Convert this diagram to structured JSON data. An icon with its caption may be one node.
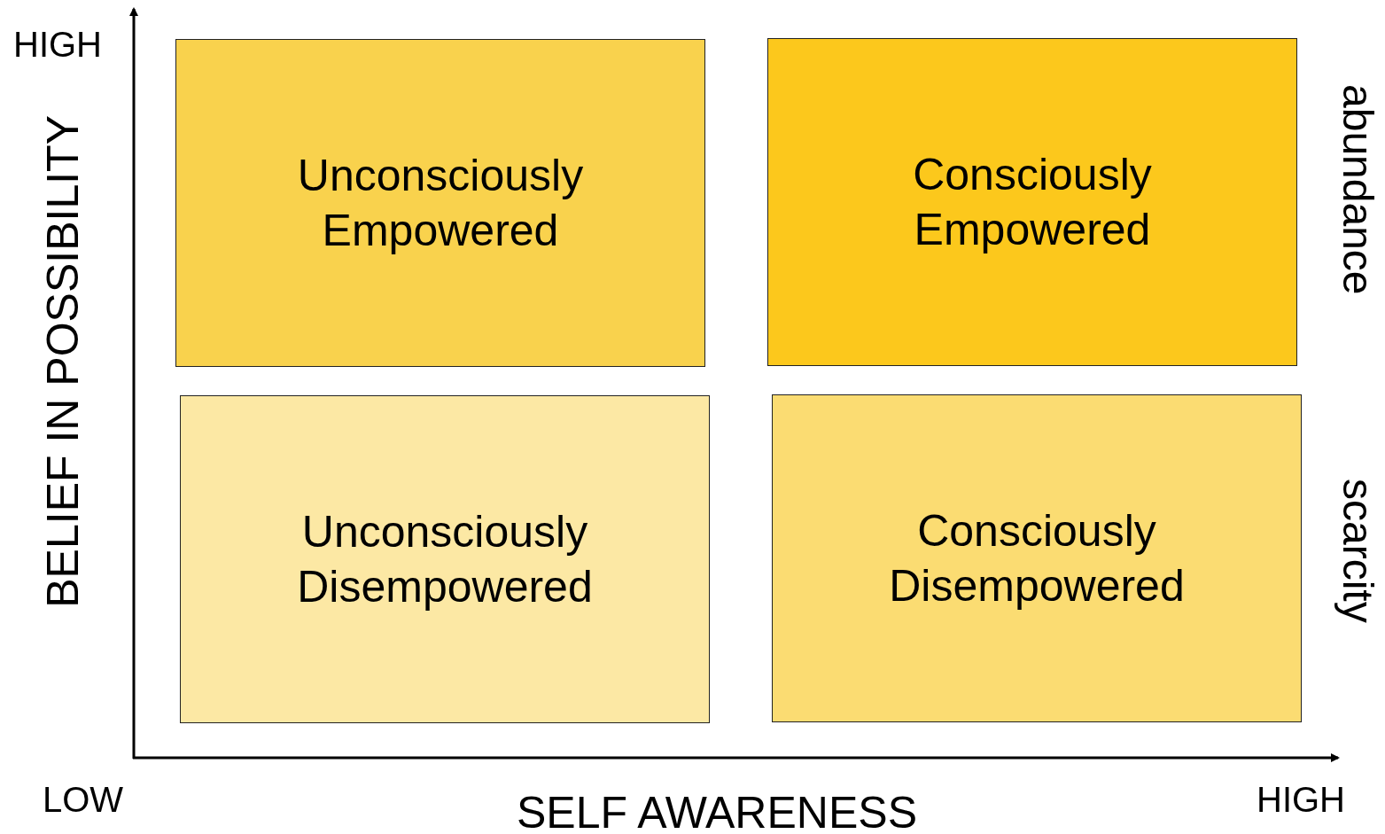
{
  "diagram": {
    "nodes": [
      {
        "text": [
          "Unconsciously Empowered"
        ]
      },
      {
        "text": [
          "Consciously Empowered"
        ]
      },
      {
        "text": [
          "Unconsciously Disempowered"
        ]
      },
      {
        "text": [
          "Consciously Disempowered"
        ]
      }
    ],
    "labels": [
      "HIGH",
      "BELIEF IN POSSIBILITY",
      "abundance",
      "scarcity",
      "LOW",
      "SELF AWARENESS",
      "HIGH"
    ]
  }
}
